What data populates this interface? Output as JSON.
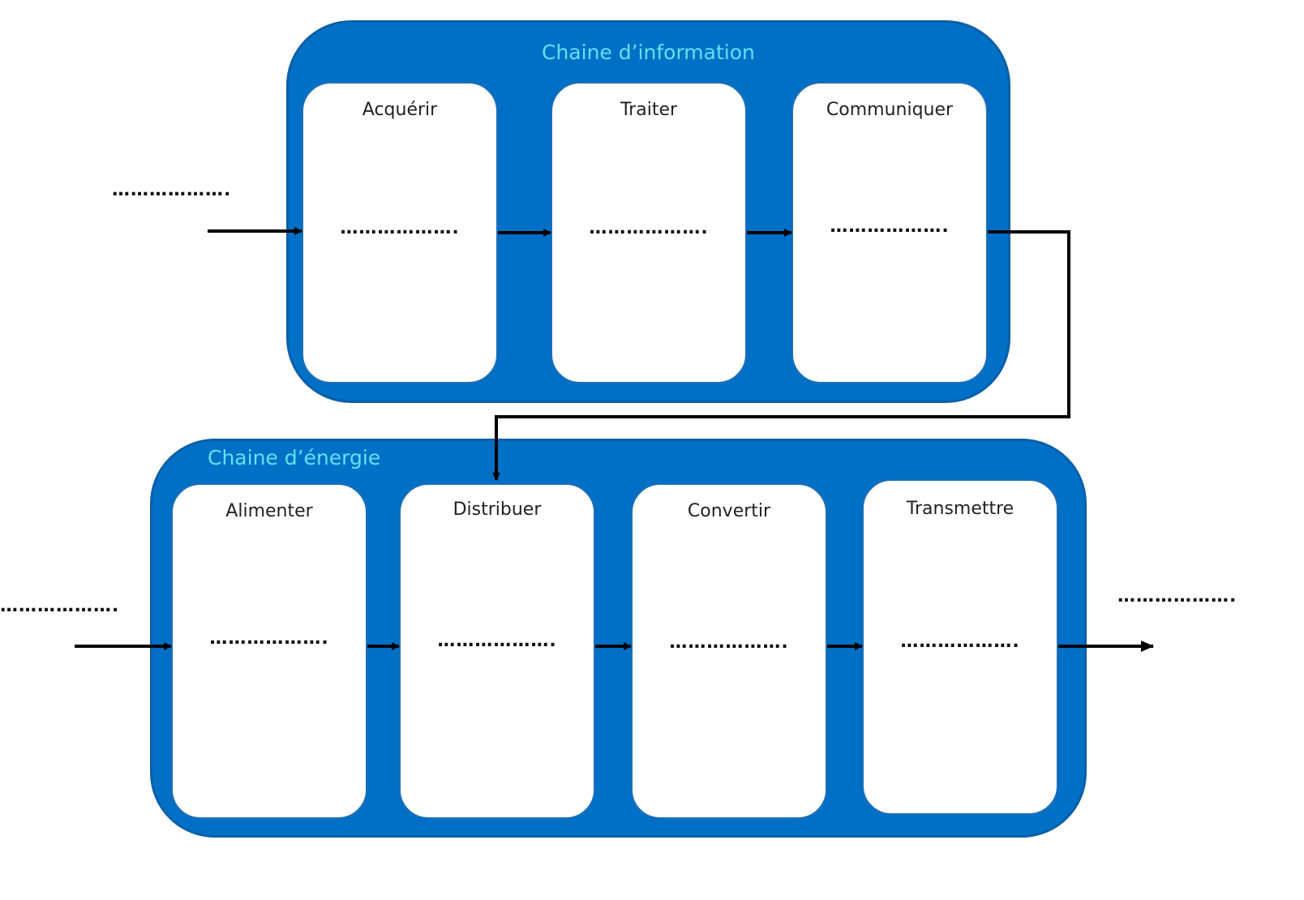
{
  "colors": {
    "chain_fill": "#0070c6",
    "chain_title": "#5fe3f2",
    "card_fill": "#ffffff",
    "arrow": "#000000"
  },
  "info_chain": {
    "title": "Chaine d’information",
    "blocks": [
      {
        "label": "Acquérir",
        "blank": "………………."
      },
      {
        "label": "Traiter",
        "blank": "………………."
      },
      {
        "label": "Communiquer",
        "blank": "………………."
      }
    ]
  },
  "energy_chain": {
    "title": "Chaine d’énergie",
    "blocks": [
      {
        "label": "Alimenter",
        "blank": "………………."
      },
      {
        "label": "Distribuer",
        "blank": "………………."
      },
      {
        "label": "Convertir",
        "blank": "………………."
      },
      {
        "label": "Transmettre",
        "blank": "………………."
      }
    ]
  },
  "inputs": {
    "info_input_blank": "……………….",
    "energy_input_blank": "……………….",
    "output_blank": "………………."
  }
}
